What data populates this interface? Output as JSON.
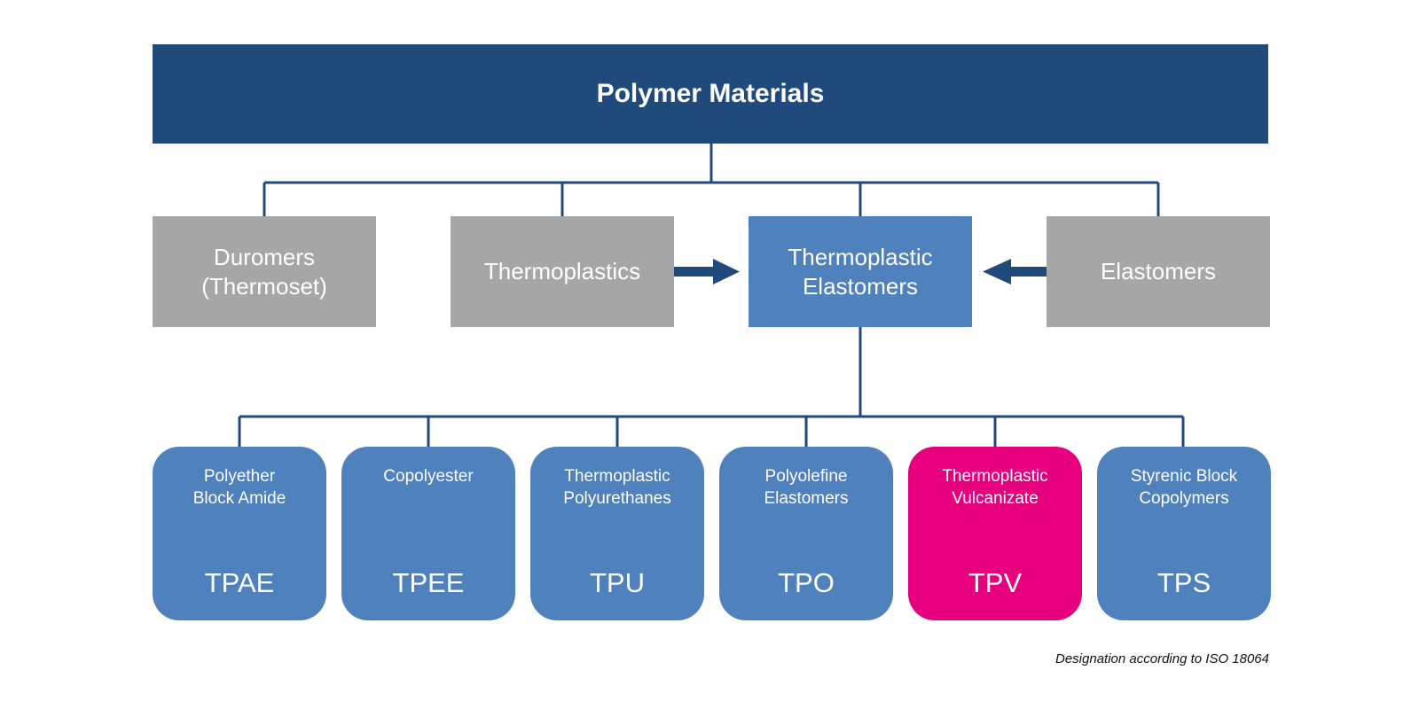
{
  "root": {
    "title": "Polymer Materials"
  },
  "categories": [
    {
      "label": "Duromers\n(Thermoset)"
    },
    {
      "label": "Thermoplastics"
    },
    {
      "label": "Thermoplastic\nElastomers"
    },
    {
      "label": "Elastomers"
    }
  ],
  "types": [
    {
      "name": "Polyether\nBlock Amide",
      "abbr": "TPAE"
    },
    {
      "name": "Copolyester",
      "abbr": "TPEE"
    },
    {
      "name": "Thermoplastic\nPolyurethanes",
      "abbr": "TPU"
    },
    {
      "name": "Polyolefine\nElastomers",
      "abbr": "TPO"
    },
    {
      "name": "Thermoplastic\nVulcanizate",
      "abbr": "TPV"
    },
    {
      "name": "Styrenic Block\nCopolymers",
      "abbr": "TPS"
    }
  ],
  "footnote": "Designation according to ISO 18064",
  "colors": {
    "header": "#214a7c",
    "category_grey": "#a6a6a6",
    "category_highlight": "#4f81bd",
    "type_card": "#4f81bd",
    "type_card_highlight": "#e6007e",
    "connector": "#214a7c"
  }
}
